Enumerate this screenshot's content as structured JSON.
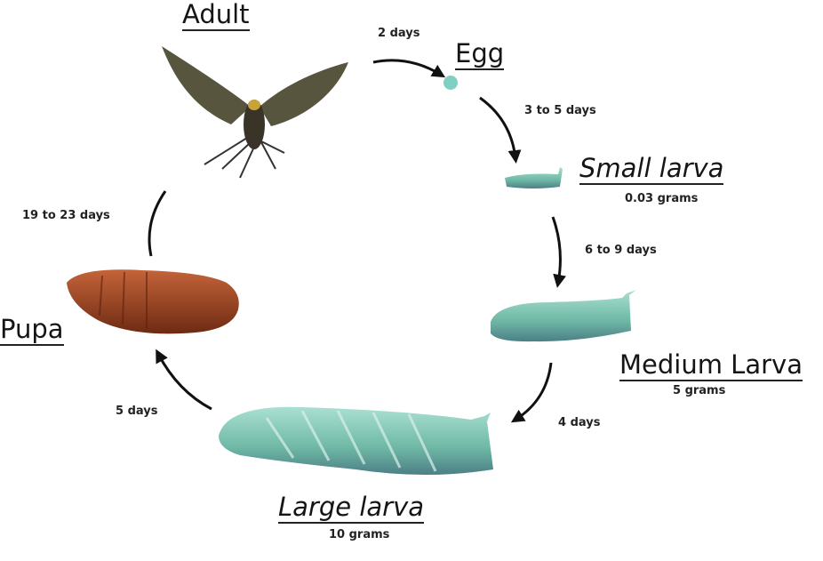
{
  "stages": {
    "adult": {
      "label": "Adult"
    },
    "egg": {
      "label": "Egg"
    },
    "small_larva": {
      "label": "Small larva",
      "weight": "0.03 grams"
    },
    "medium_larva": {
      "label": "Medium Larva",
      "weight": "5 grams"
    },
    "large_larva": {
      "label": "Large larva",
      "weight": "10 grams"
    },
    "pupa": {
      "label": "Pupa"
    }
  },
  "durations": {
    "adult_to_egg": "2 days",
    "egg_to_small": "3 to 5 days",
    "small_to_medium": "6 to 9 days",
    "medium_to_large": "4 days",
    "large_to_pupa": "5 days",
    "pupa_to_adult": "19 to 23 days"
  },
  "colors": {
    "larva": "#7fc6b4",
    "pupa": "#8e3b1c",
    "moth": "#5a5540",
    "arrow": "#111111"
  }
}
